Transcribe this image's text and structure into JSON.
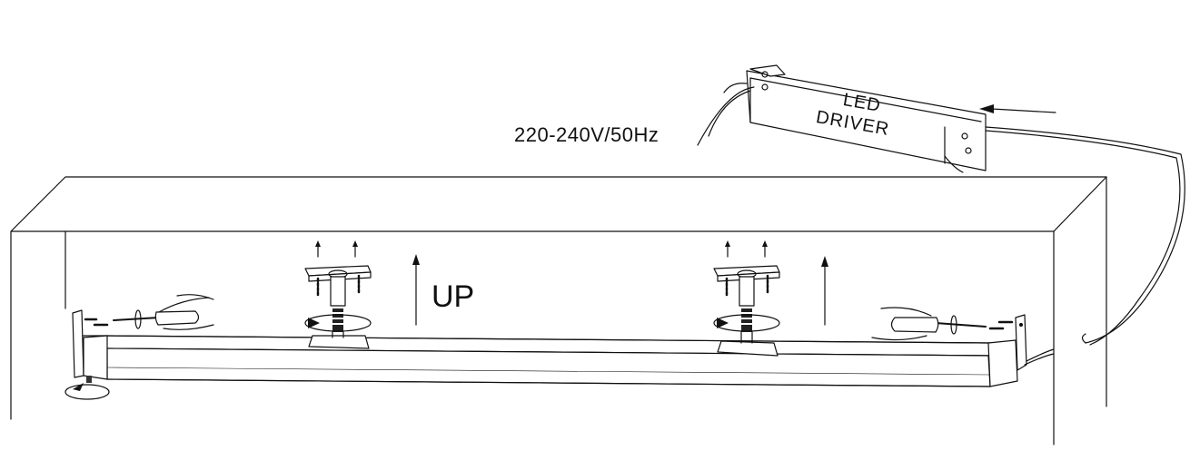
{
  "power_label": "220-240V/50Hz",
  "driver": {
    "line1": "LED",
    "line2": "DRIVER"
  },
  "direction_label": "UP",
  "colors": {
    "ink": "#111111",
    "background": "#ffffff"
  },
  "icons": [
    "screwdriver-icon",
    "screw-icon",
    "rotation-arrow-icon",
    "up-arrow-icon"
  ]
}
